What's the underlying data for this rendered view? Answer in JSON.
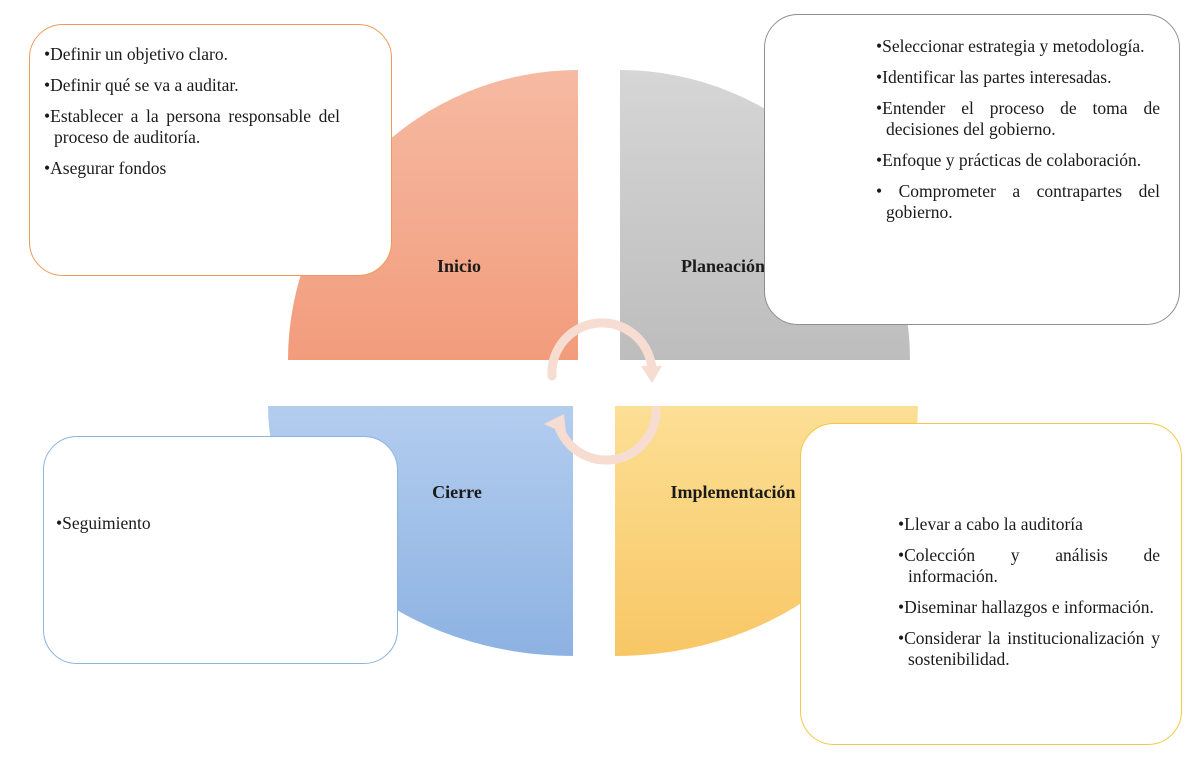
{
  "colors": {
    "inicio": "#f4a886",
    "planeacion": "#c9c9c9",
    "cierre": "#99bce6",
    "implementacion": "#fbd27a",
    "inicio_border": "#ee9a5c",
    "planeacion_border": "#8f8f8f",
    "cierre_border": "#8fb3df",
    "implementacion_border": "#f5c843",
    "cycle_arrow": "#f7dbd0"
  },
  "stages": {
    "inicio": {
      "label": "Inicio",
      "items": [
        "•Definir un objetivo claro.",
        "•Definir qué se va a auditar.",
        "•Establecer a la persona responsable del proceso de auditoría.",
        "•Asegurar fondos"
      ]
    },
    "planeacion": {
      "label": "Planeación",
      "items": [
        "•Seleccionar estrategia y metodología.",
        "•Identificar las partes interesadas.",
        "•Entender el proceso de toma de decisiones del gobierno.",
        "•Enfoque y prácticas de colaboración.",
        "• Comprometer a contrapartes del gobierno."
      ]
    },
    "cierre": {
      "label": "Cierre",
      "items": [
        "•Seguimiento"
      ]
    },
    "implementacion": {
      "label": "Implementación",
      "items": [
        "•Llevar a cabo la auditoría",
        "•Colección y análisis de información.",
        "•Diseminar hallazgos e información.",
        "•Considerar la institucionalización y sostenibilidad."
      ]
    }
  }
}
